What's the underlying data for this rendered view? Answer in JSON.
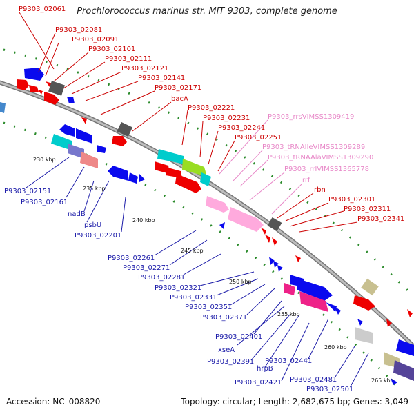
{
  "title": "Prochlorococcus marinus str. MIT 9303, complete genome",
  "footer": {
    "accession": "Accession: NC_008820",
    "summary": "Topology: circular; Length: 2,682,675 bp; Genes: 3,049"
  },
  "colors": {
    "forward_label": "#cc0000",
    "reverse_label": "#1a1aa8",
    "rna_label": "#e888c8",
    "backbone": "#888888",
    "tick": "#2a8a2a"
  },
  "ticks": [
    "230 kbp",
    "235 kbp",
    "240 kbp",
    "245 kbp",
    "250 kbp",
    "255 kbp",
    "260 kbp",
    "265 kbp"
  ],
  "forward_labels": [
    "P9303_02061",
    "P9303_02081",
    "P9303_02091",
    "P9303_02101",
    "P9303_02111",
    "P9303_02121",
    "P9303_02141",
    "P9303_02171",
    "bacA",
    "P9303_02221",
    "P9303_02231",
    "P9303_02241",
    "P9303_02251",
    "rbn",
    "P9303_02301",
    "P9303_02311",
    "P9303_02341"
  ],
  "rna_labels": [
    "P9303_rrsVIMSS1309419",
    "P9303_tRNAIleVIMSS1309289",
    "P9303_tRNAAlaVIMSS1309290",
    "P9303_rrlVIMSS1365778",
    "rrf"
  ],
  "reverse_labels": [
    "P9303_02151",
    "P9303_02161",
    "nadB",
    "psbU",
    "P9303_02201",
    "P9303_02261",
    "P9303_02271",
    "P9303_02281",
    "P9303_02321",
    "P9303_02331",
    "P9303_02351",
    "P9303_02371",
    "P9303_02401",
    "xseA",
    "P9303_02391",
    "hrpB",
    "P9303_02441",
    "P9303_02421",
    "P9303_02481",
    "P9303_02501"
  ]
}
